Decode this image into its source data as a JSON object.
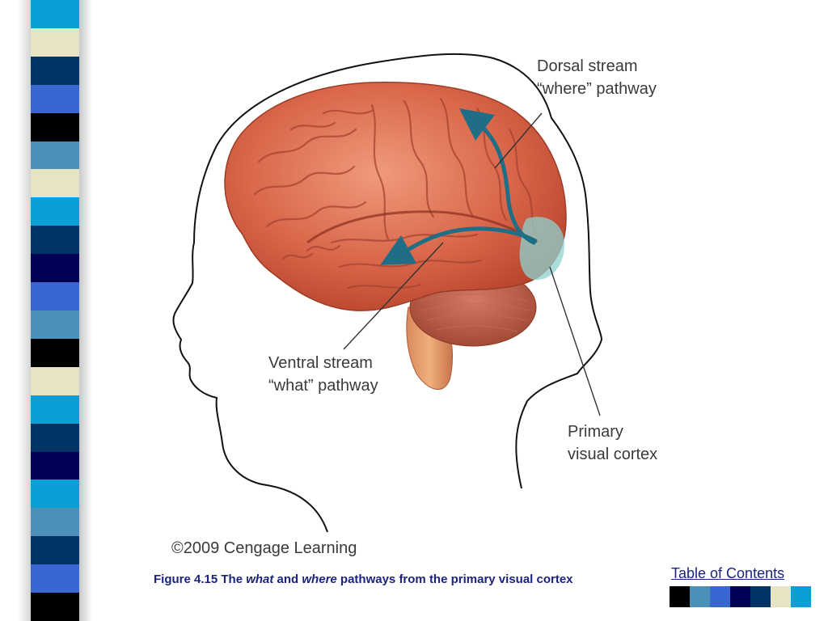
{
  "figure": {
    "labels": {
      "dorsal_line1": "Dorsal stream",
      "dorsal_line2": "“where” pathway",
      "ventral_line1": "Ventral stream",
      "ventral_line2": "“what” pathway",
      "cortex_line1": "Primary",
      "cortex_line2": "visual cortex"
    },
    "credit": "©2009 Cengage Learning"
  },
  "caption": {
    "prefix": "Figure 4.15  The ",
    "em1": "what",
    "mid": " and ",
    "em2": "where",
    "suffix": " pathways from the primary visual cortex"
  },
  "toc_link": "Table of Contents",
  "colors": {
    "stripes": [
      "#0b9fd8",
      "#e6e4c4",
      "#003366",
      "#3a66d1",
      "#000000",
      "#4a90b8",
      "#e6e4c4",
      "#0b9fd8",
      "#003366",
      "#000055",
      "#3a66d1",
      "#4a90b8",
      "#000000",
      "#e6e4c4",
      "#0b9fd8",
      "#003366",
      "#000055",
      "#0b9fd8",
      "#4a90b8",
      "#003366",
      "#3a66d1",
      "#000000"
    ],
    "swatches": [
      "#000000",
      "#4a90b8",
      "#3a66d1",
      "#000055",
      "#003366",
      "#e6e4c4",
      "#0b9fd8"
    ],
    "brain": "#d9664a",
    "arrow": "#1f6e86",
    "cortex_highlight": "#8fd3cf"
  }
}
